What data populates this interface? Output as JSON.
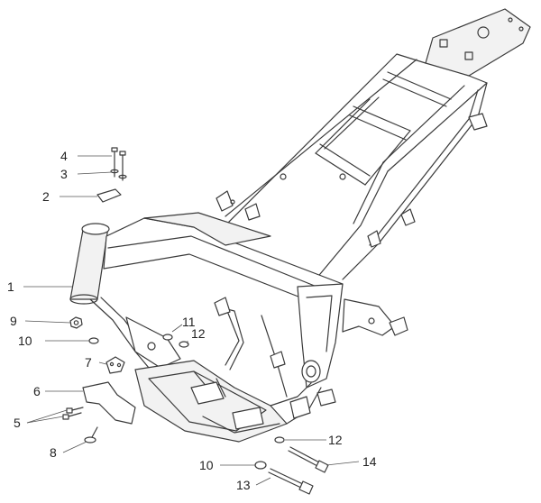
{
  "callouts": [
    {
      "id": "c4",
      "label": "4"
    },
    {
      "id": "c3",
      "label": "3"
    },
    {
      "id": "c2",
      "label": "2"
    },
    {
      "id": "c1",
      "label": "1"
    },
    {
      "id": "c9",
      "label": "9"
    },
    {
      "id": "c10a",
      "label": "10"
    },
    {
      "id": "c7",
      "label": "7"
    },
    {
      "id": "c6",
      "label": "6"
    },
    {
      "id": "c5",
      "label": "5"
    },
    {
      "id": "c8",
      "label": "8"
    },
    {
      "id": "c11",
      "label": "11"
    },
    {
      "id": "c12a",
      "label": "12"
    },
    {
      "id": "c12b",
      "label": "12"
    },
    {
      "id": "c14",
      "label": "14"
    },
    {
      "id": "c10b",
      "label": "10"
    },
    {
      "id": "c13",
      "label": "13"
    }
  ]
}
